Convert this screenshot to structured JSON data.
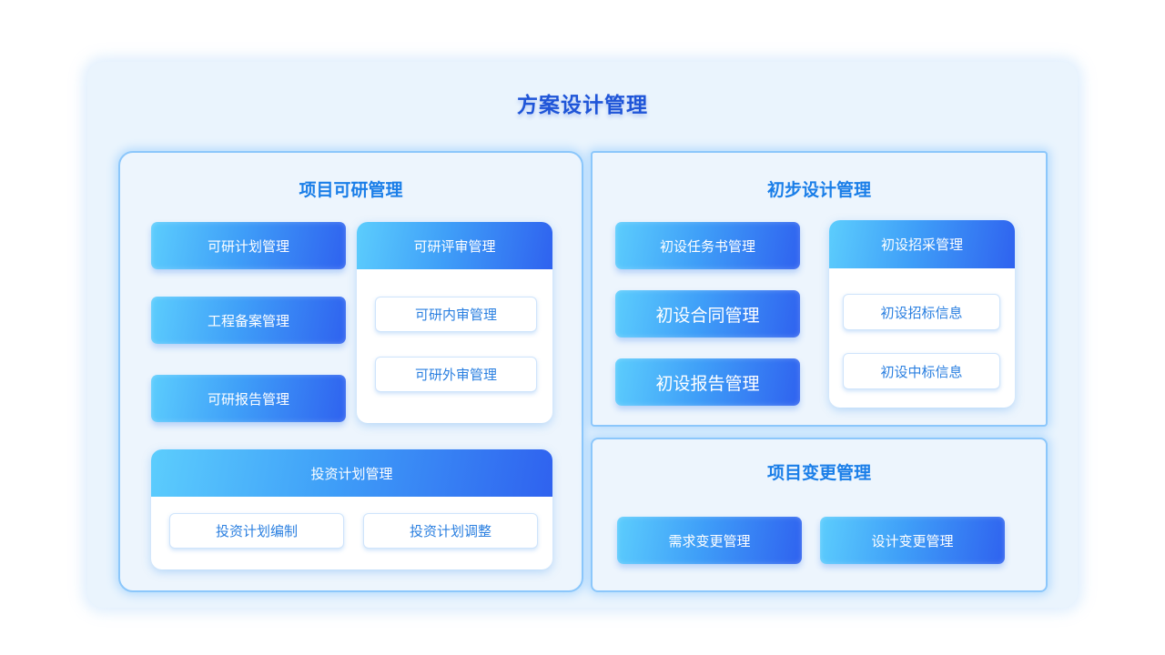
{
  "title": "方案设计管理",
  "feasibility": {
    "title": "项目可研管理",
    "items": [
      "可研计划管理",
      "工程备案管理",
      "可研报告管理"
    ],
    "review": {
      "title": "可研评审管理",
      "items": [
        "可研内审管理",
        "可研外审管理"
      ]
    },
    "investment": {
      "title": "投资计划管理",
      "items": [
        "投资计划编制",
        "投资计划调整"
      ]
    }
  },
  "preliminary": {
    "title": "初步设计管理",
    "items": [
      "初设任务书管理",
      "初设合同管理",
      "初设报告管理"
    ],
    "procurement": {
      "title": "初设招采管理",
      "items": [
        "初设招标信息",
        "初设中标信息"
      ]
    }
  },
  "change": {
    "title": "项目变更管理",
    "items": [
      "需求变更管理",
      "设计变更管理"
    ]
  },
  "colors": {
    "title": "#1f55d8",
    "panel_title": "#1a7ee8",
    "gradient_start": "#5ccdfd",
    "gradient_end": "#2f62ef"
  }
}
